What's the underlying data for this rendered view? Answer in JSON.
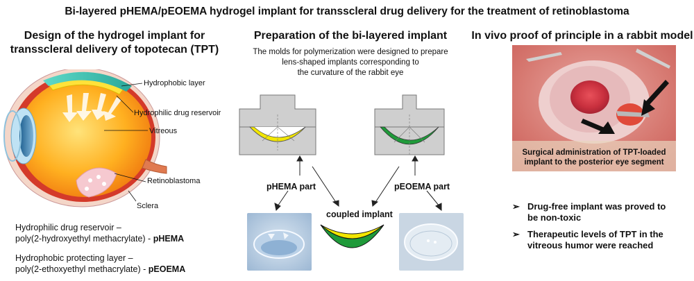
{
  "title": "Bi-layered pHEMA/pEOEMA hydrogel implant for transscleral drug delivery for the treatment of retinoblastoma",
  "left": {
    "heading_line1": "Design of the hydrogel implant for",
    "heading_line2": "transscleral delivery of topotecan (TPT)",
    "eye_labels": {
      "hydrophobic": "Hydrophobic layer",
      "hydrophilic": "Hydrophilic drug reservoir",
      "vitreous": "Vitreous",
      "retinoblastoma": "Retinoblastoma",
      "sclera": "Sclera"
    },
    "desc1_line1": "Hydrophilic drug reservoir –",
    "desc1_line2_prefix": "poly(2-hydroxyethyl methacrylate) - ",
    "desc1_line2_bold": "pHEMA",
    "desc2_line1": "Hydrophobic protecting  layer –",
    "desc2_line2_prefix": "poly(2-ethoxyethyl methacrylate) - ",
    "desc2_line2_bold": "pEOEMA"
  },
  "middle": {
    "heading": "Preparation of the bi-layered implant",
    "text_line1": "The molds for polymerization were designed to prepare",
    "text_line2": "lens-shaped implants corresponding to",
    "text_line3": "the  curvature of the rabbit eye",
    "phema_label": "pHEMA part",
    "peoema_label": "pEOEMA part",
    "coupled_label": "coupled implant",
    "colors": {
      "phema": "#f2e600",
      "peoema": "#1f9a3a"
    }
  },
  "right": {
    "heading": "In vivo proof of principle in a rabbit model",
    "caption_line1": "Surgical administration of TPT-loaded",
    "caption_line2": "implant to the posterior eye segment",
    "bullets": [
      {
        "line1": "Drug-free implant was proved to",
        "line2": "be non-toxic"
      },
      {
        "line1": "Therapeutic levels of TPT in the",
        "line2": "vitreous humor were reached"
      }
    ]
  }
}
